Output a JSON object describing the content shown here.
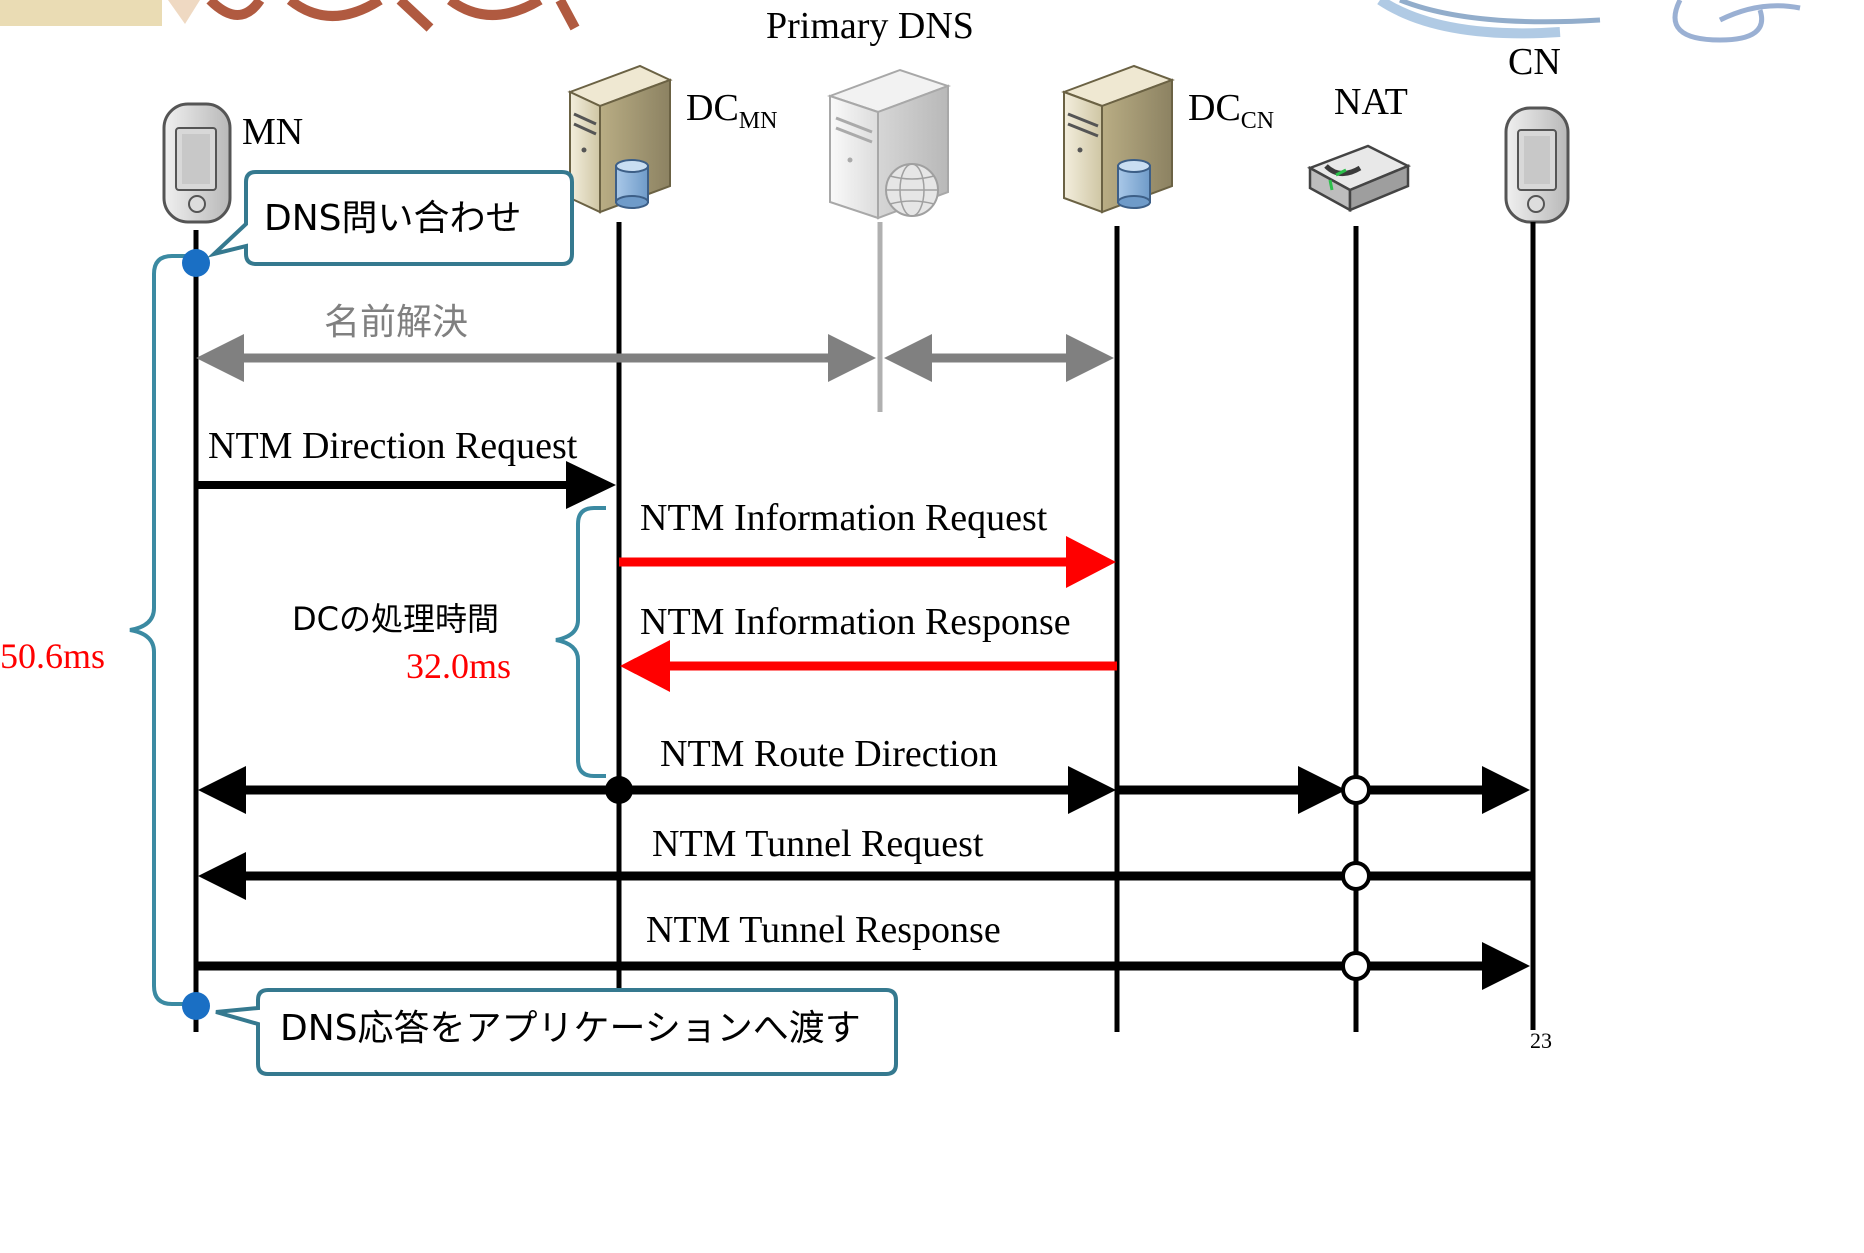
{
  "nodes": {
    "mn": {
      "label": "MN"
    },
    "dc_mn": {
      "label": "DC",
      "sub": "MN"
    },
    "primary_dns": {
      "label": "Primary DNS"
    },
    "dc_cn": {
      "label": "DC",
      "sub": "CN"
    },
    "nat": {
      "label": "NAT"
    },
    "cn": {
      "label": "CN"
    }
  },
  "callouts": {
    "dns_query": "DNS問い合わせ",
    "dns_response": "DNS応答をアプリケーションへ渡す"
  },
  "labels": {
    "name_resolution": "名前解決",
    "dc_processing": "DCの処理時間",
    "dc_processing_time": "32.0ms",
    "total_time": "50.6ms"
  },
  "messages": {
    "ntm_direction_request": "NTM Direction Request",
    "ntm_information_request": "NTM Information Request",
    "ntm_information_response": "NTM Information Response",
    "ntm_route_direction": "NTM Route Direction",
    "ntm_tunnel_request": "NTM Tunnel Request",
    "ntm_tunnel_response": "NTM Tunnel Response"
  },
  "page_number": "23",
  "colors": {
    "highlight": "#ff0000",
    "bracket": "#3b8aa2",
    "callout_border": "#35798f",
    "resolution_gray": "#808080",
    "marker_blue": "#1a6fc4"
  }
}
